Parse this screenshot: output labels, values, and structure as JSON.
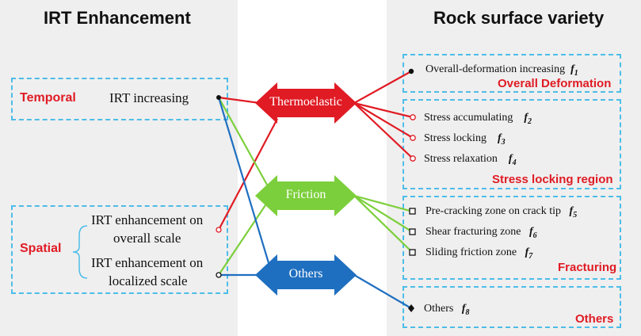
{
  "left": {
    "title": "IRT Enhancement",
    "temporal": {
      "label": "Temporal",
      "item": "IRT increasing"
    },
    "spatial": {
      "label": "Spatial",
      "item1_line1": "IRT enhancement on",
      "item1_line2": "overall scale",
      "item2_line1": "IRT enhancement on",
      "item2_line2": "localized scale"
    }
  },
  "center": {
    "thermoelastic": "Thermoelastic",
    "friction": "Friction",
    "others": "Others"
  },
  "right": {
    "title": "Rock surface variety",
    "overall": {
      "item": "Overall-deformation increasing",
      "fn": "f",
      "sub": "1",
      "label": "Overall Deformation"
    },
    "stress": {
      "items": [
        {
          "text": "Stress accumulating",
          "fn": "f",
          "sub": "2"
        },
        {
          "text": "Stress locking",
          "fn": "f",
          "sub": "3"
        },
        {
          "text": "Stress relaxation",
          "fn": "f",
          "sub": "4"
        }
      ],
      "label": "Stress locking region"
    },
    "fracturing": {
      "items": [
        {
          "text": "Pre-cracking zone on crack tip",
          "fn": "f",
          "sub": "5"
        },
        {
          "text": "Shear fracturing zone",
          "fn": "f",
          "sub": "6"
        },
        {
          "text": "Sliding friction zone",
          "fn": "f",
          "sub": "7"
        }
      ],
      "label": "Fracturing"
    },
    "others": {
      "item": "Others",
      "fn": "f",
      "sub": "8",
      "label": "Others"
    }
  },
  "colors": {
    "thermoelastic": "#e01b24",
    "friction": "#7ccf3c",
    "others": "#1f6fc0",
    "label_red": "#e01b24",
    "dash_box": "#4dbde8",
    "panel_bg": "#efefef"
  }
}
